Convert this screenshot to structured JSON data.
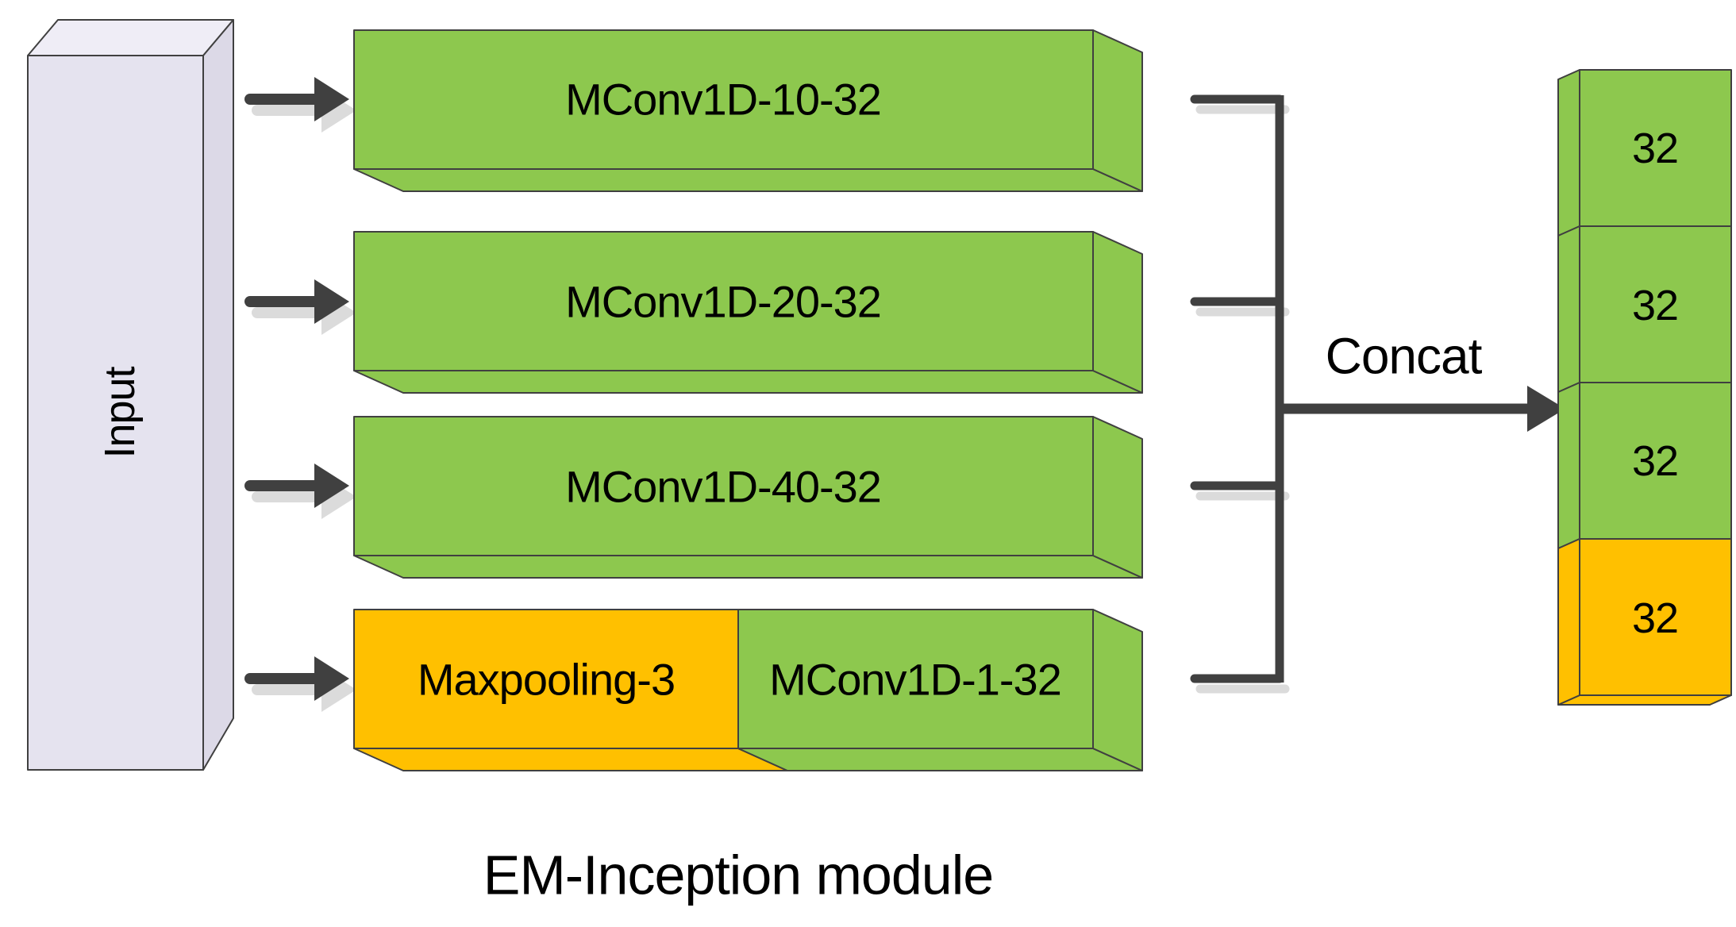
{
  "title": "EM-Inception module",
  "input": {
    "label": "Input"
  },
  "branches": [
    {
      "blocks": [
        {
          "label": "MConv1D-10-32",
          "type": "conv"
        }
      ]
    },
    {
      "blocks": [
        {
          "label": "MConv1D-20-32",
          "type": "conv"
        }
      ]
    },
    {
      "blocks": [
        {
          "label": "MConv1D-40-32",
          "type": "conv"
        }
      ]
    },
    {
      "blocks": [
        {
          "label": "Maxpooling-3",
          "type": "pool"
        },
        {
          "label": "MConv1D-1-32",
          "type": "conv"
        }
      ]
    }
  ],
  "concat": {
    "label": "Concat"
  },
  "output_stack": [
    {
      "label": "32",
      "type": "conv"
    },
    {
      "label": "32",
      "type": "conv"
    },
    {
      "label": "32",
      "type": "conv"
    },
    {
      "label": "32",
      "type": "pool"
    }
  ],
  "colors": {
    "conv": "#8DC84E",
    "pool": "#FFC000",
    "input_front": "#E5E3EF",
    "input_top": "#EFEDF6",
    "input_side": "#DCD9E7",
    "line": "#404040",
    "shadow": "#DBDBDB",
    "text": "#000000"
  }
}
